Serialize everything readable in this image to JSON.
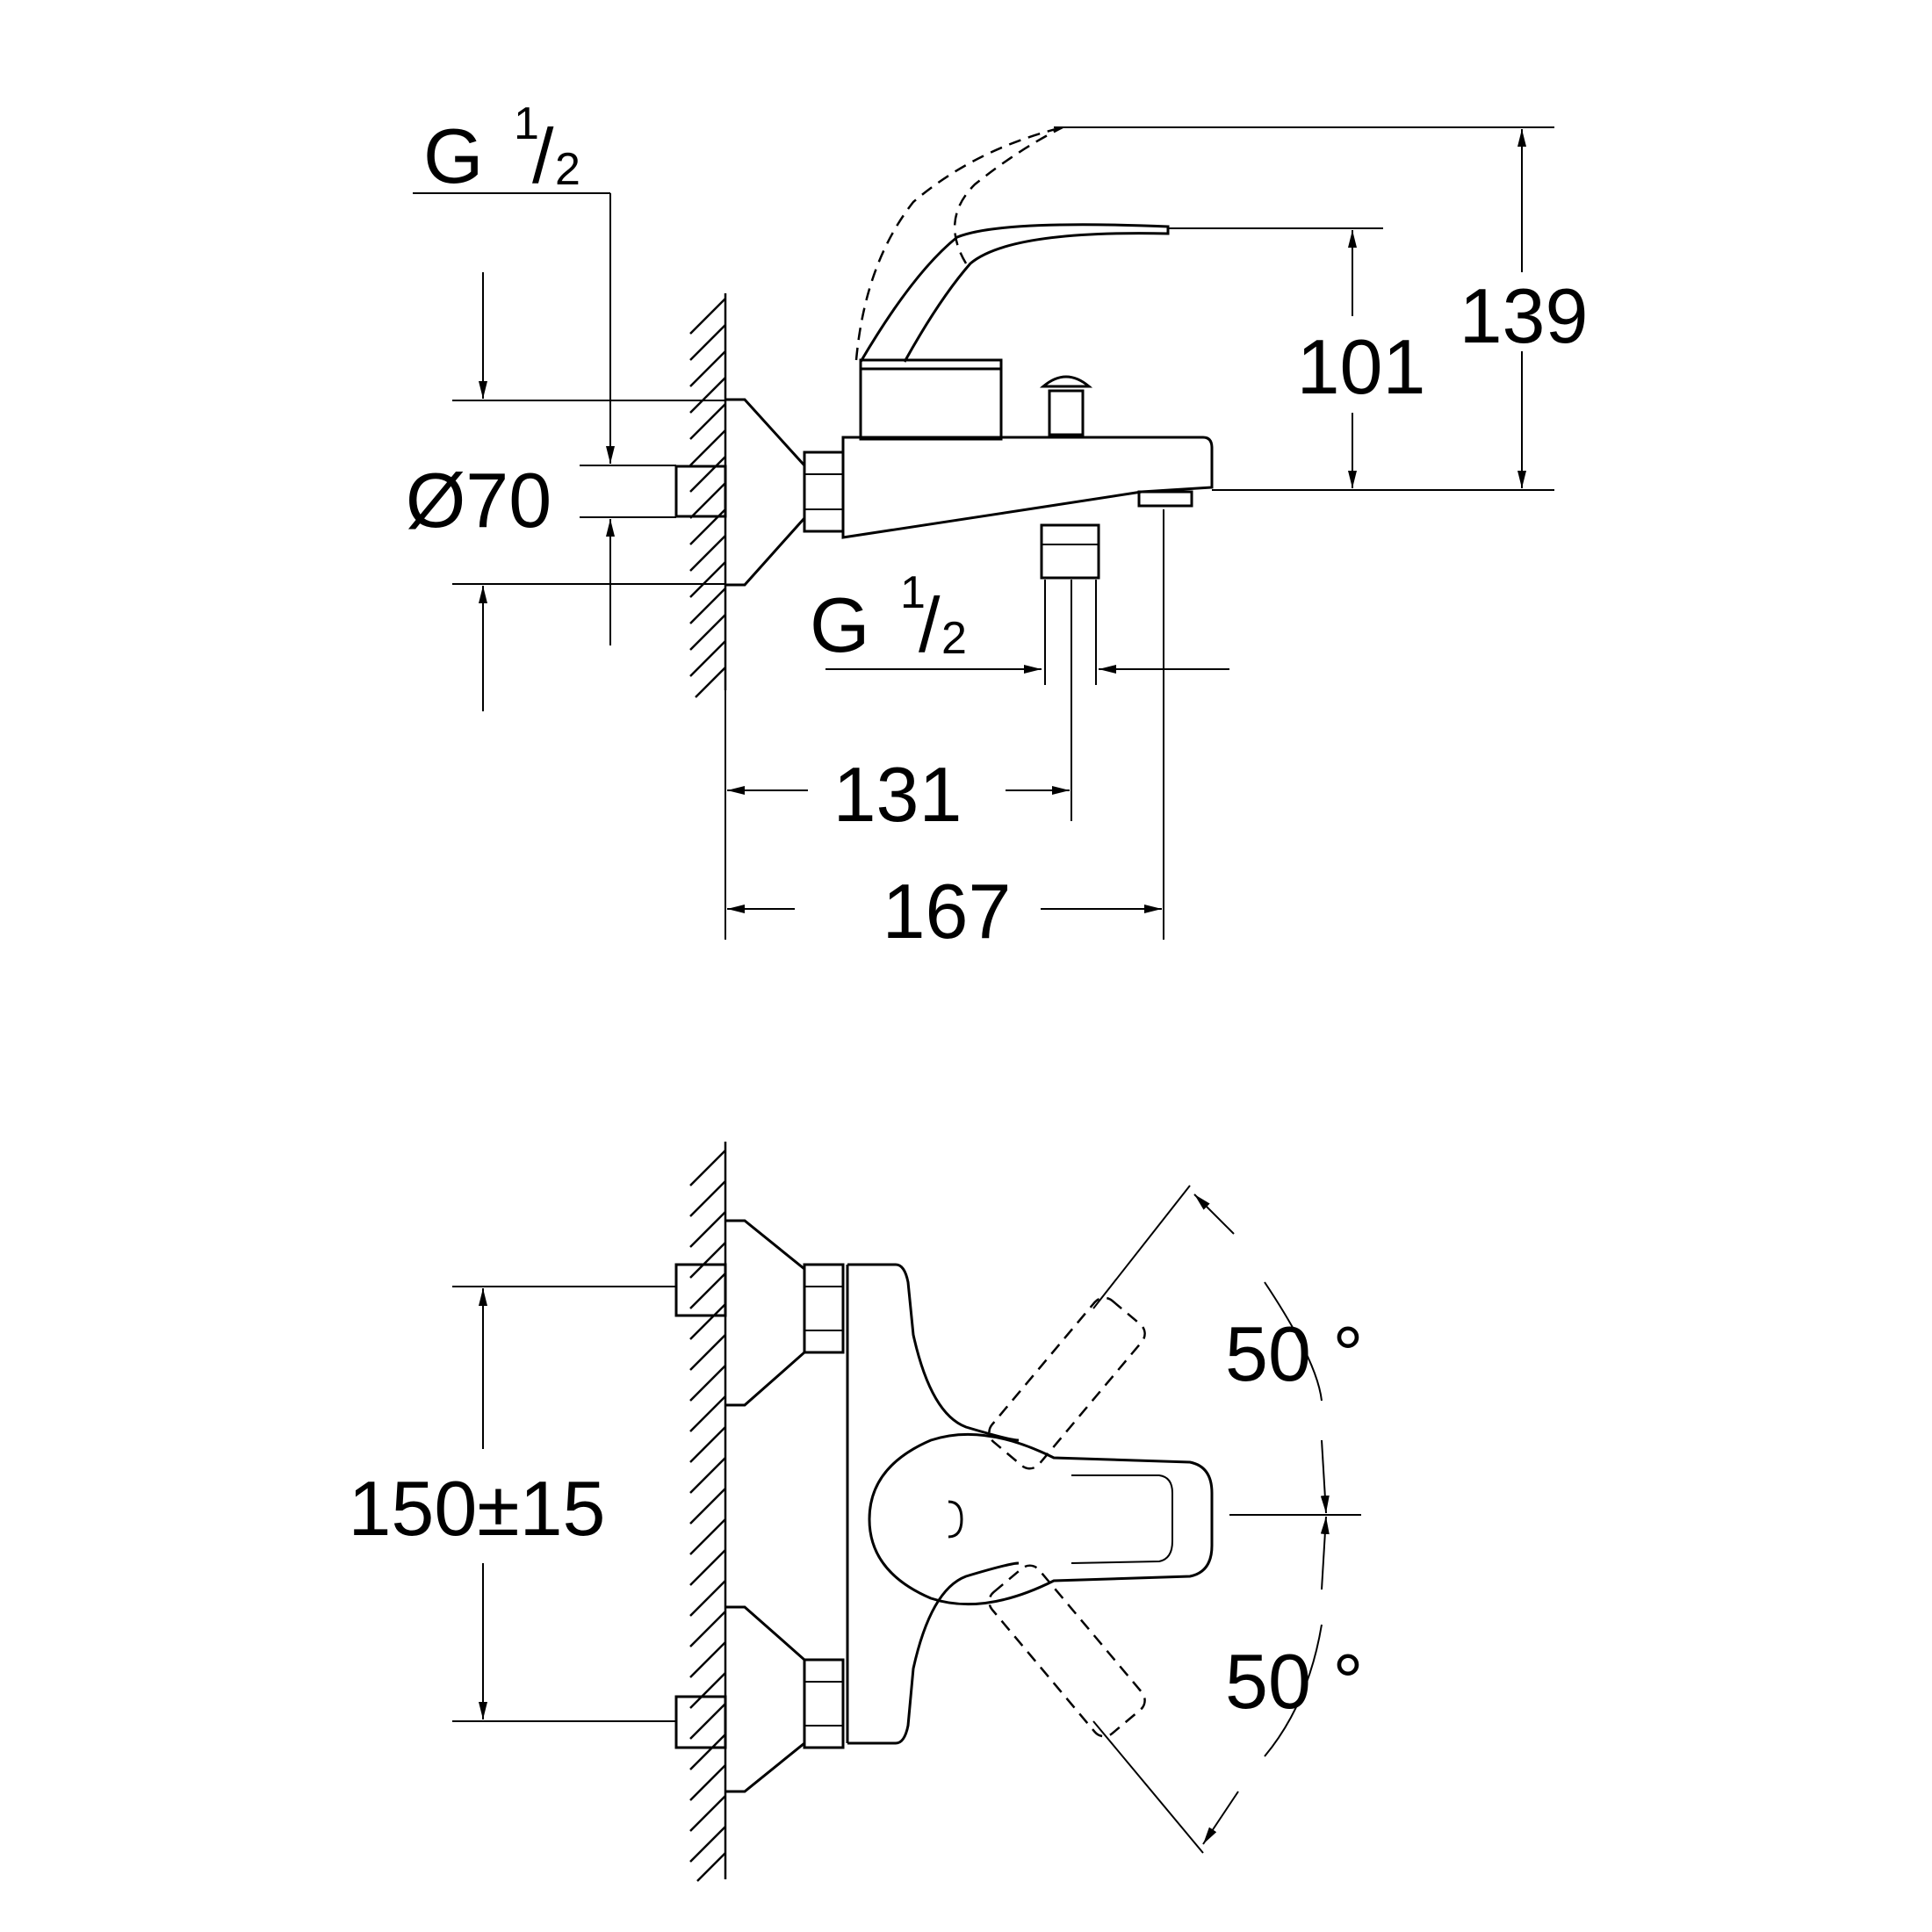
{
  "side_view": {
    "dimensions": {
      "total_height": "139",
      "lever_height": "101",
      "escutcheon_diameter": "Ø70",
      "depth_to_outlet": "131",
      "total_depth": "167"
    },
    "thread_top": {
      "letter": "G",
      "numerator": "1",
      "slash": "/",
      "denominator": "2"
    },
    "thread_bottom": {
      "letter": "G",
      "numerator": "1",
      "slash": "/",
      "denominator": "2"
    }
  },
  "front_view": {
    "dimensions": {
      "centre_distance": "150±15",
      "angle_up": "50 °",
      "angle_down": "50 °"
    }
  }
}
